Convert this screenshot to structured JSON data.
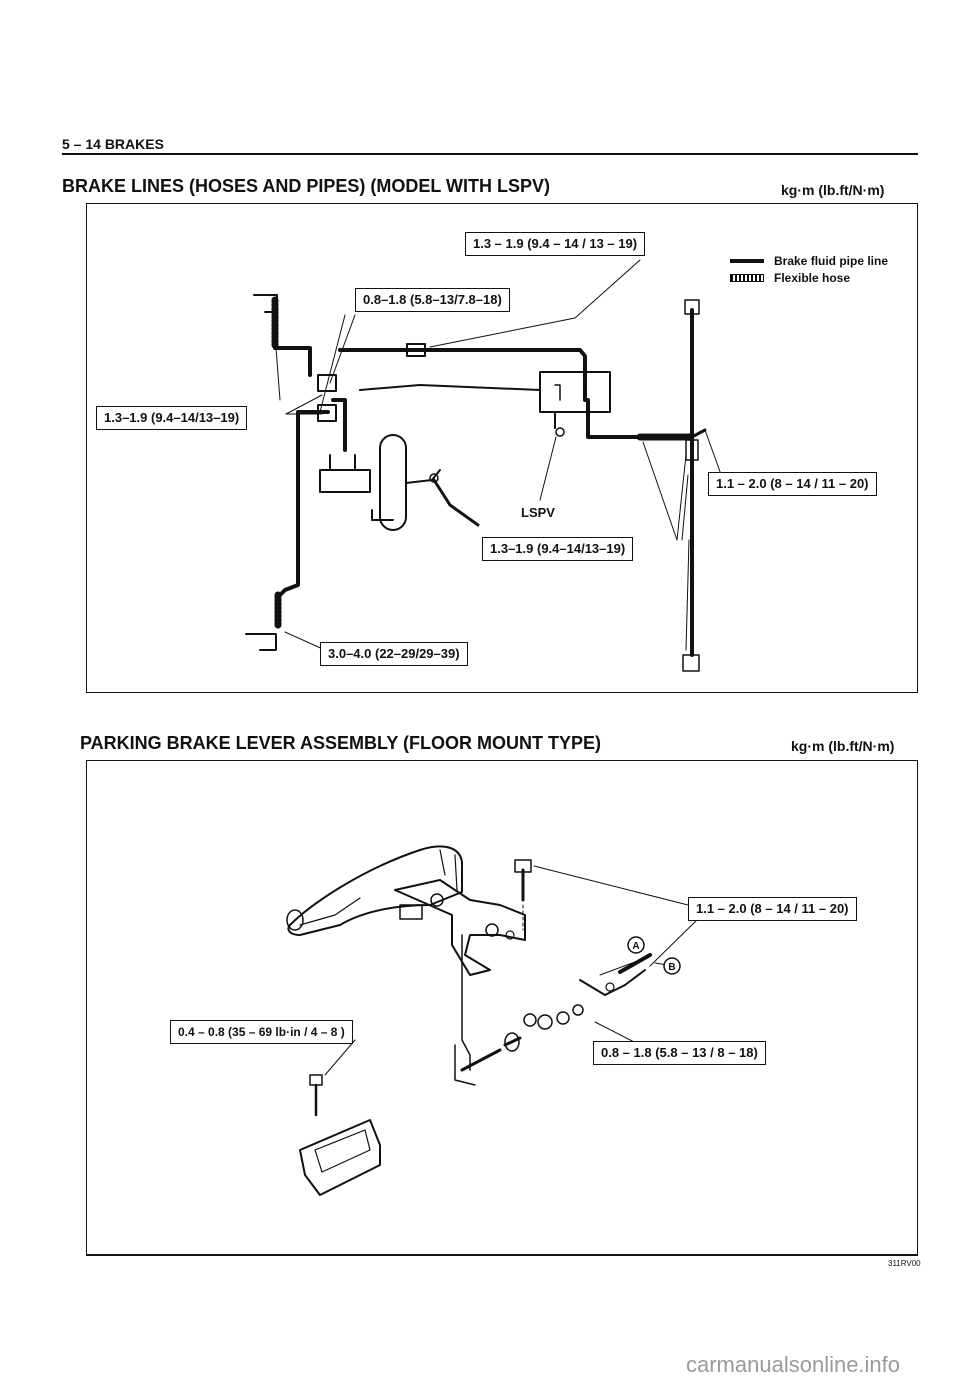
{
  "header": {
    "page_ref": "5 – 14  BRAKES"
  },
  "section1": {
    "title": "BRAKE LINES (HOSES AND PIPES) (MODEL WITH LSPV)",
    "unit": "kg·m (lb.ft/N·m)",
    "legend": {
      "pipe": "Brake fluid pipe line",
      "hose": "Flexible hose"
    },
    "lspv_label": "LSPV",
    "torques": {
      "t_top": "1.3 – 1.9 (9.4 – 14 / 13 – 19)",
      "t_mid": "0.8–1.8 (5.8–13/7.8–18)",
      "t_left": "1.3–1.9 (9.4–14/13–19)",
      "t_right": "1.1 – 2.0 (8 – 14 / 11 – 20)",
      "t_lspv": "1.3–1.9 (9.4–14/13–19)",
      "t_bottom": "3.0–4.0 (22–29/29–39)"
    }
  },
  "section2": {
    "title": "PARKING BRAKE LEVER ASSEMBLY (FLOOR MOUNT TYPE)",
    "unit": "kg·m (lb.ft/N·m)",
    "markers": {
      "a": "A",
      "b": "B"
    },
    "torques": {
      "t_upper": "1.1 – 2.0 (8 – 14 / 11 – 20)",
      "t_left": "0.4 – 0.8 (35 – 69 lb·in / 4 – 8 )",
      "t_lower": "0.8 – 1.8 (5.8 – 13 / 8 – 18)"
    },
    "figure_code": "311RV00"
  },
  "watermark": "carmanualsonline.info",
  "colors": {
    "ink": "#111111",
    "paper": "#ffffff",
    "watermark": "#9a9a9a"
  }
}
